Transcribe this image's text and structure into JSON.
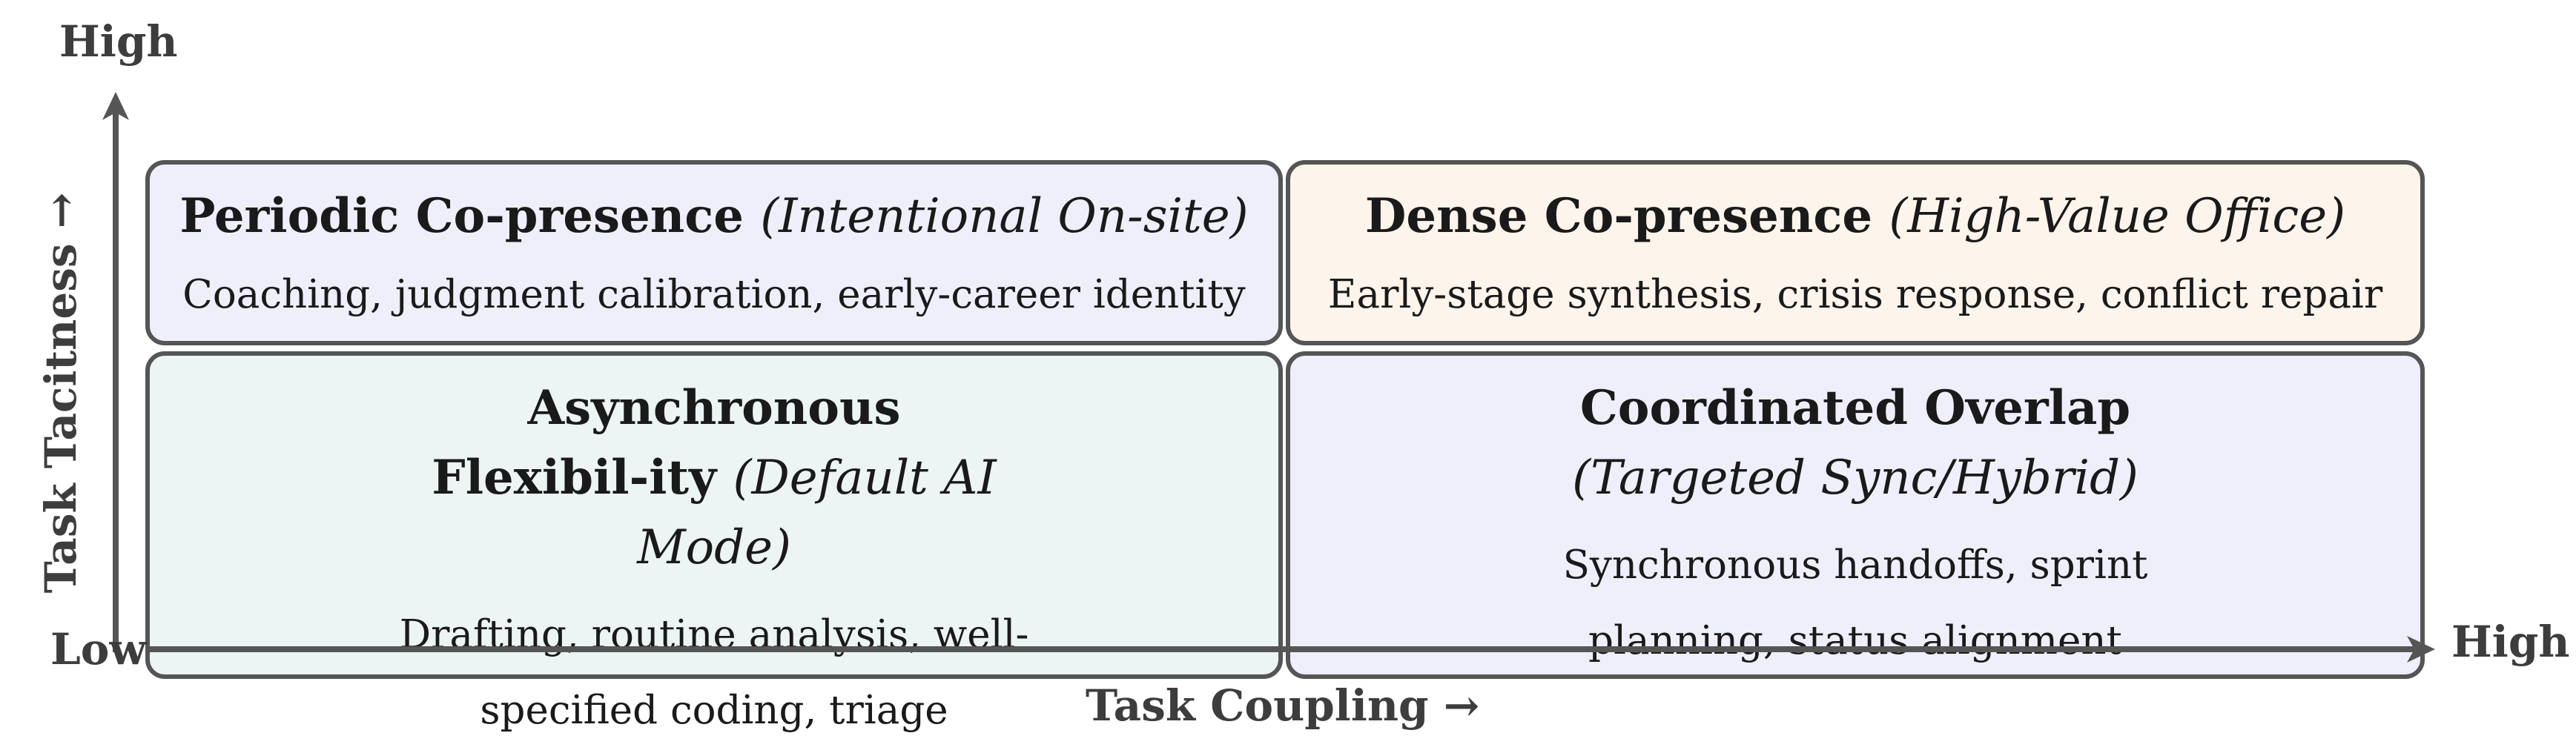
{
  "axes": {
    "y_high": "High",
    "x_low": "Low",
    "x_high": "High",
    "x_title": "Task Coupling →",
    "y_title": "Task Tacitness →"
  },
  "colors": {
    "axis": "#555555",
    "border": "#555555",
    "periodic_fill": "#efeffc",
    "dense_fill": "#fdf5ec",
    "async_fill": "#ecf4f4",
    "coordinated_fill": "#efeffc"
  },
  "quadrants": {
    "periodic": {
      "title": "Periodic Co-presence",
      "subtitle": "(Intentional On-site)",
      "description": "Coaching, judgment calibration, early-career identity"
    },
    "dense": {
      "title": "Dense Co-presence",
      "subtitle": "(High-Value Office)",
      "description": "Early-stage synthesis, crisis response, conflict repair"
    },
    "async": {
      "title": "Asynchronous Flexibil-ity",
      "subtitle": "(Default AI Mode)",
      "description": "Drafting, routine analysis, well-specified coding, triage"
    },
    "coordinated": {
      "title": "Coordinated Overlap",
      "subtitle": "(Targeted Sync/Hybrid)",
      "description": "Synchronous handoffs, sprint planning, status alignment"
    }
  }
}
